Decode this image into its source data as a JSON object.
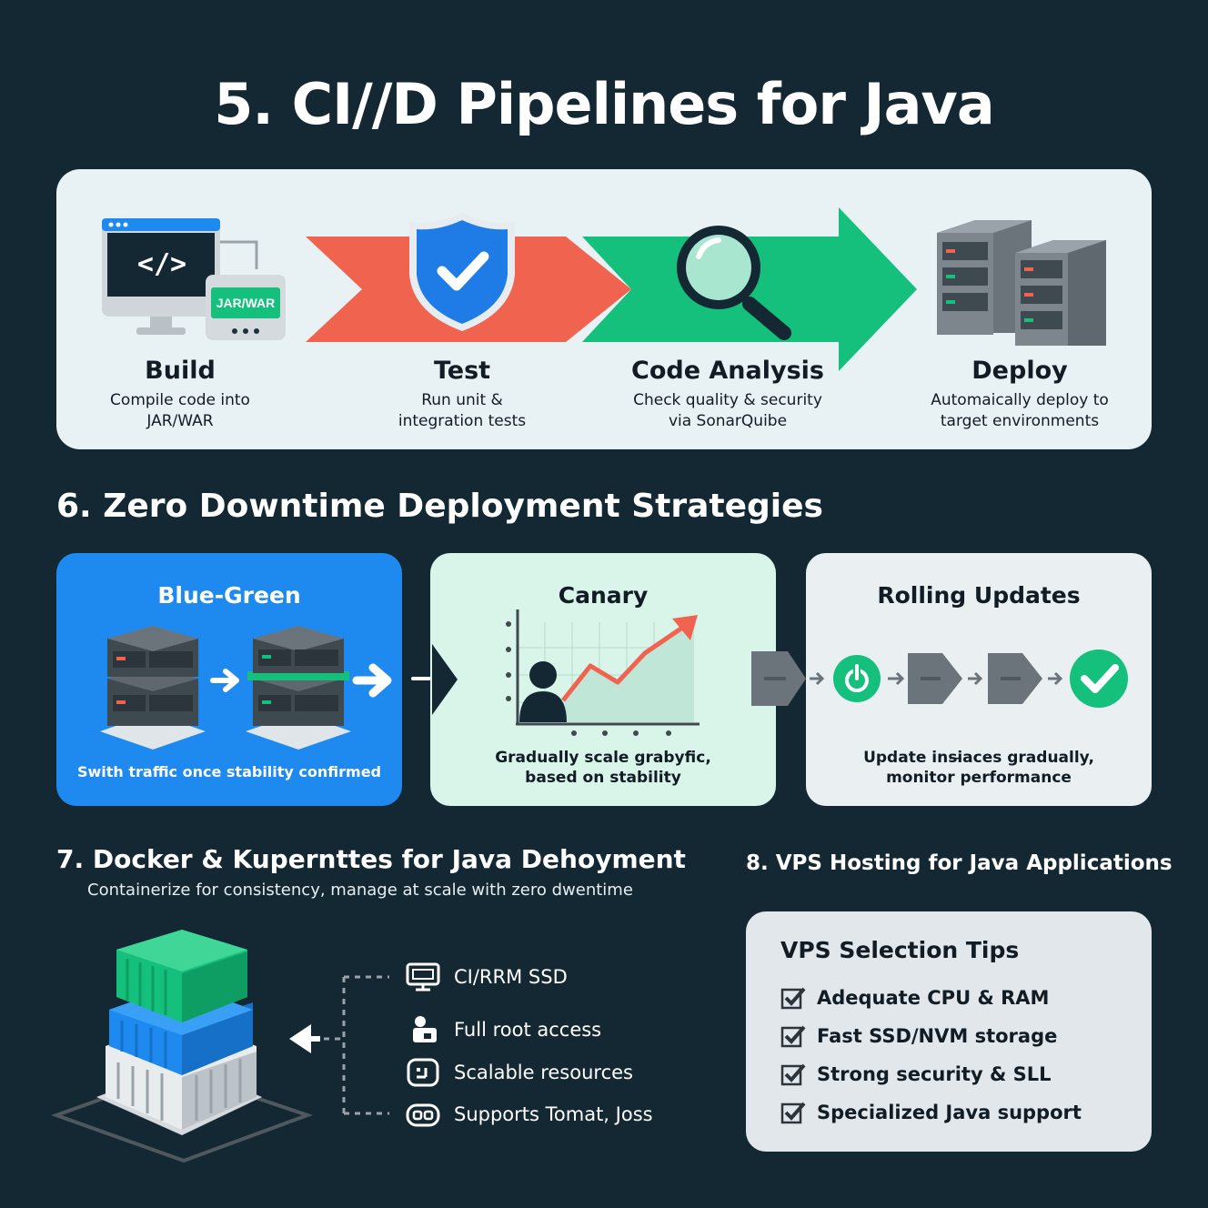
{
  "title": "5. CI//D Pipelines for Java",
  "colors": {
    "background": "#142834",
    "red": "#f0634f",
    "green": "#14c07c",
    "blue": "#1e8af0",
    "shield": "#1f7ce6",
    "mint": "#d9f5ea"
  },
  "pipeline": {
    "build_badge": "JAR/WAR",
    "build_code_glyph": "</>",
    "stages": [
      {
        "name": "Build",
        "desc": "Compile code into\nJAR/WAR"
      },
      {
        "name": "Test",
        "desc": "Run unit &\nintegration tests"
      },
      {
        "name": "Code Analysis",
        "desc": "Check quality & security\nvia SonarQuibe"
      },
      {
        "name": "Deploy",
        "desc": "Automaically deploy to\ntarget environments"
      }
    ]
  },
  "section6": {
    "heading": "6. Zero Downtime Deployment Strategies",
    "strategies": [
      {
        "title": "Blue-Green",
        "desc": "Swith traffic once stability confirmed"
      },
      {
        "title": "Canary",
        "desc": "Gradually scale grabyfic,\nbased on stability"
      },
      {
        "title": "Rolling Updates",
        "desc": "Update insi̶aces gradually,\nmonitor performance"
      }
    ]
  },
  "section7": {
    "heading": "7. Docker & Kupernttes for Java Dehoyment",
    "subtitle": "Containerize for consistency, manage at scale with zero dwentime",
    "features": [
      {
        "label": "CI/RRM SSD",
        "icon": "monitor-icon"
      },
      {
        "label": "Full root access",
        "icon": "user-lock-icon"
      },
      {
        "label": "Scalable resources",
        "icon": "expand-icon"
      },
      {
        "label": "Supports Tomat, Joss",
        "icon": "server-link-icon"
      }
    ]
  },
  "section8": {
    "heading": "8. VPS Hosting for Java Applications",
    "card_title": "VPS Selection Tips",
    "tips": [
      "Adequate CPU & RAM",
      "Fast SSD/NVM storage",
      "Strong security & SLL",
      "Specialized Java support"
    ]
  }
}
